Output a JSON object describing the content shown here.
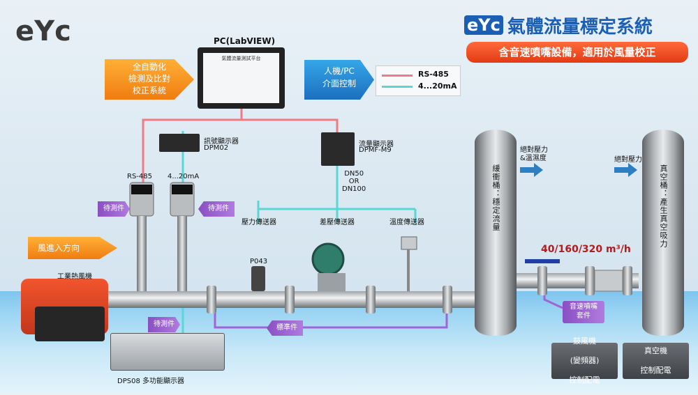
{
  "logo": {
    "text": "eYc"
  },
  "header": {
    "brand": "eYc",
    "title": "氣體流量標定系統",
    "subtitle": "含音速噴嘴設備，適用於風量校正"
  },
  "left_callout": {
    "line1": "全自動化",
    "line2": "檢測及比對",
    "line3": "校正系統"
  },
  "pc": {
    "title": "PC(LabVIEW)",
    "screen_title": "氣體流量測試平台"
  },
  "hmi": {
    "line1": "人機/PC",
    "line2": "介面控制"
  },
  "legend": {
    "rs485": "RS-485",
    "analog": "4...20mA",
    "colors": {
      "rs485": "#f07a85",
      "analog": "#5ad6d6"
    }
  },
  "devices": {
    "dpm02": {
      "line1": "訊號顯示器",
      "line2": "DPM02"
    },
    "dpmf": {
      "line1": "流量顯示器",
      "line2": "DPMF-M9"
    },
    "dn": {
      "line1": "DN50",
      "line2": "OR",
      "line3": "DN100"
    },
    "rs485_label": "RS-485",
    "ma_label": "4...20mA",
    "pressure": "壓力傳送器",
    "diff_pressure": "差壓傳送器",
    "temp": "溫度傳送器",
    "p043": "P043",
    "blower": "工業熱風機",
    "dps08": "DPS08 多功能顯示器"
  },
  "tags": {
    "test1": "待測件",
    "test2": "待測件",
    "test3": "待測件",
    "standard": "標準件",
    "nozzle_line1": "音速噴嘴",
    "nozzle_line2": "套件"
  },
  "wind": "風進入方向",
  "tank1": {
    "text": "緩衝桶：穩定流量",
    "out_label_line1": "絕對壓力",
    "out_label_line2": "&溫濕度"
  },
  "tank2": {
    "text": "真空桶：產生真空吸力",
    "out_label": "絕對壓力"
  },
  "flow_rates": "40/160/320 m³/h",
  "controllers": {
    "blower": {
      "line1": "鼓風機",
      "line2": "(變頻器)",
      "line3": "控制配電"
    },
    "vacuum": {
      "line1": "真空機",
      "line2": "控制配電"
    }
  }
}
